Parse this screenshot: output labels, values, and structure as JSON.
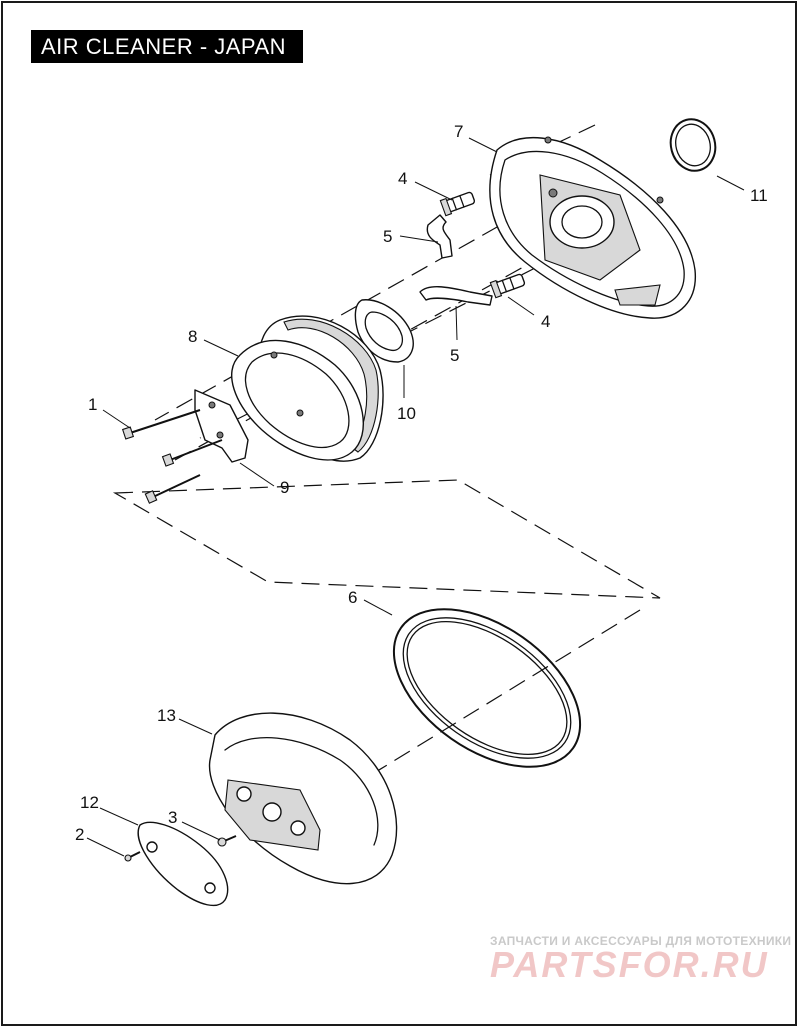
{
  "title": "AIR CLEANER - JAPAN",
  "callouts": {
    "c1": "1",
    "c2": "2",
    "c3": "3",
    "c4a": "4",
    "c4b": "4",
    "c5a": "5",
    "c5b": "5",
    "c6": "6",
    "c7": "7",
    "c8": "8",
    "c9": "9",
    "c10": "10",
    "c11": "11",
    "c12": "12",
    "c13": "13"
  },
  "watermark": {
    "tagline": "ЗАПЧАСТИ И АКСЕССУАРЫ ДЛЯ МОТОТЕХНИКИ",
    "logo": "PARTSFOR.RU"
  }
}
